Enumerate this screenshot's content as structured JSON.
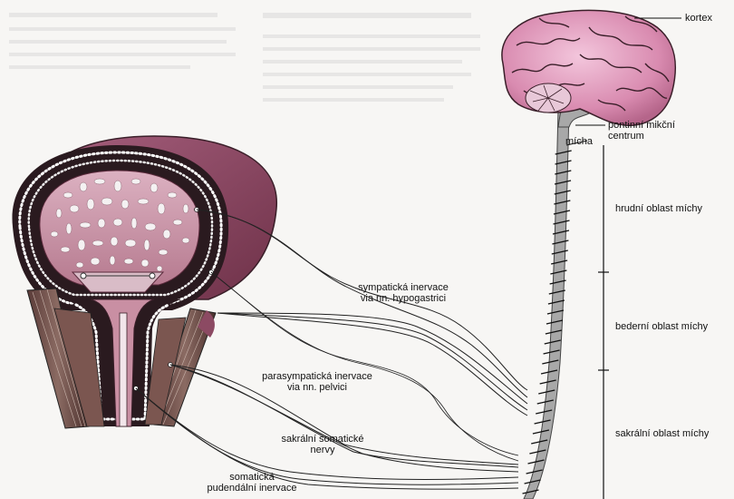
{
  "labels": {
    "kortex": "kortex",
    "pontine_line1": "pontinní mikční",
    "pontine_line2": "centrum",
    "micha": "mícha",
    "thoracic": "hrudní oblast míchy",
    "lumbar": "bederní oblast míchy",
    "sacral": "sakrální oblast míchy",
    "sympathetic_line1": "sympatická inervace",
    "sympathetic_line2": "via nn. hypogastrici",
    "parasympathetic_line1": "parasympatická inervace",
    "parasympathetic_line2": "via nn. pelvici",
    "sacral_somatic_line1": "sakrální somatické",
    "sacral_somatic_line2": "nervy",
    "pudendal_line1": "somatická",
    "pudendal_line2": "pudendální inervace"
  },
  "colors": {
    "brain": "#d98bb0",
    "bladder_wall": "#8c4a63",
    "bladder_lumen": "#c98fa3",
    "nerve": "#222222",
    "spinal_cord": "#a8a8a8"
  }
}
